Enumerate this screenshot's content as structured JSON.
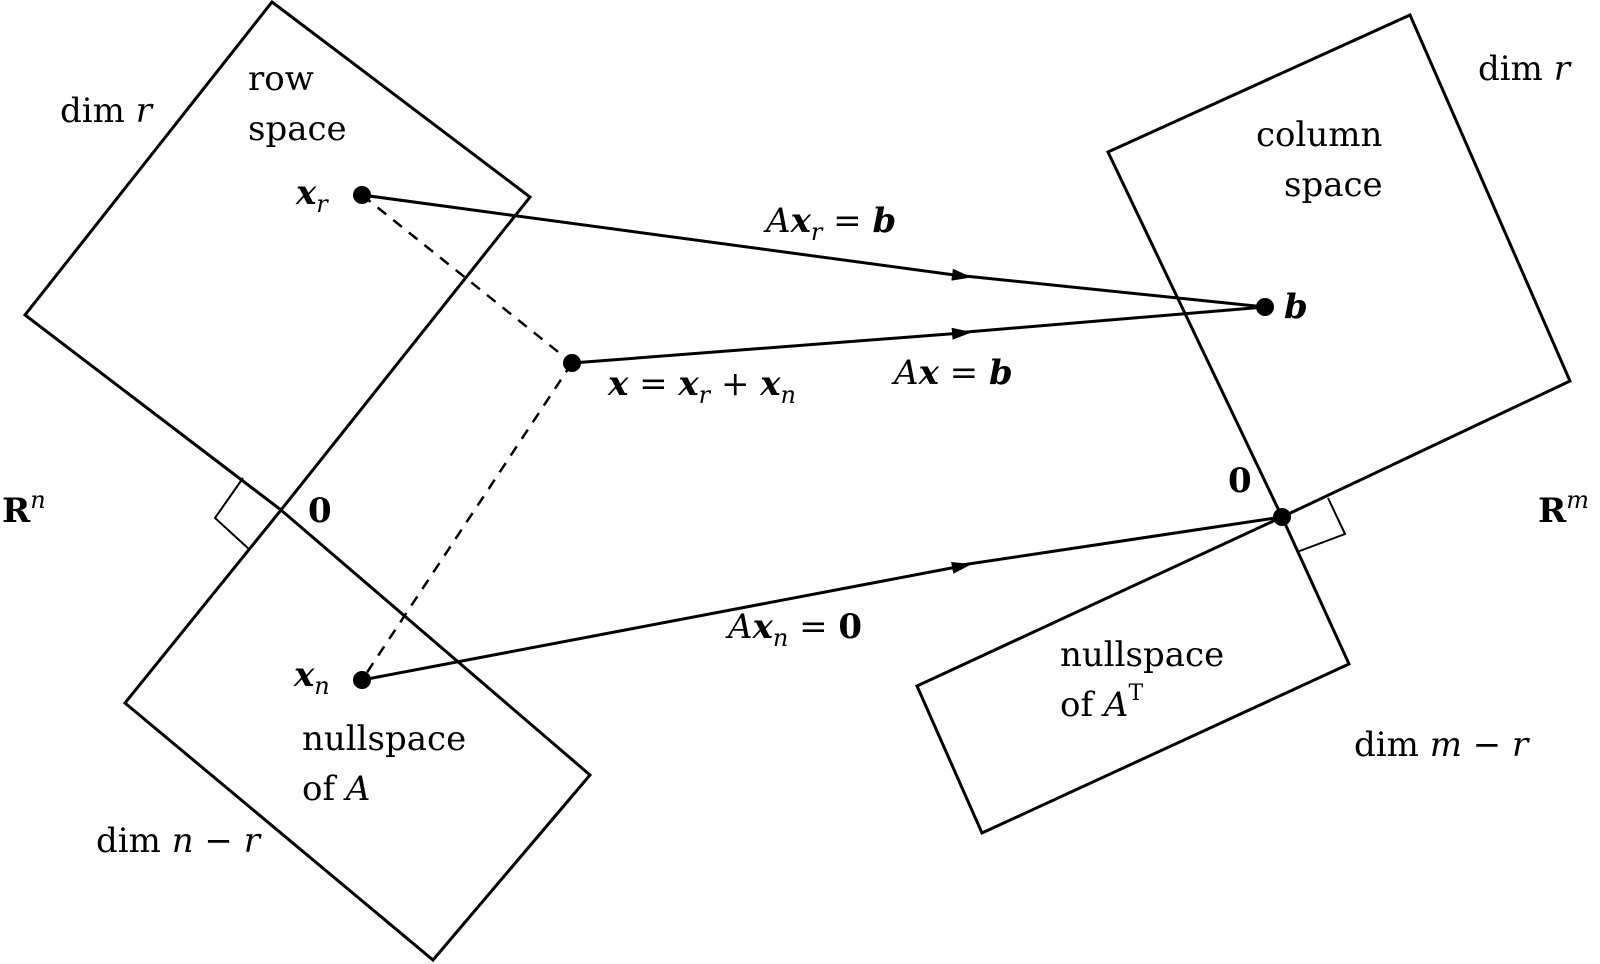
{
  "left_space": {
    "name": "R",
    "exponent": "n",
    "row_space": {
      "line1": "row",
      "line2": "space",
      "dim_word": "dim",
      "dim_var": "r"
    },
    "nullspace": {
      "line1": "nullspace",
      "line2_word": "of",
      "line2_var": "A",
      "dim_word": "dim",
      "dim_var": "n − r"
    },
    "origin_label": "0",
    "point_xr": {
      "base": "x",
      "sub": "r"
    },
    "point_xn": {
      "base": "x",
      "sub": "n"
    },
    "point_x": {
      "x": "x",
      "eq": " = ",
      "xr": "x",
      "xr_sub": "r",
      "plus": " + ",
      "xn": "x",
      "xn_sub": "n"
    }
  },
  "right_space": {
    "name": "R",
    "exponent": "m",
    "column_space": {
      "line1": "column",
      "line2": "space",
      "dim_word": "dim",
      "dim_var": "r"
    },
    "left_nullspace": {
      "line1": "nullspace",
      "line2_word": "of",
      "line2_var": "A",
      "line2_sup": "T",
      "dim_word": "dim",
      "dim_var": "m − r"
    },
    "origin_label": "0",
    "point_b": "b"
  },
  "maps": {
    "top": {
      "A": "A",
      "x": "x",
      "sub": "r",
      "eq": " = ",
      "rhs": "b"
    },
    "middle": {
      "A": "A",
      "x": "x",
      "eq": " = ",
      "rhs": "b"
    },
    "bottom": {
      "A": "A",
      "x": "x",
      "sub": "n",
      "eq": " = ",
      "rhs": "0"
    }
  }
}
